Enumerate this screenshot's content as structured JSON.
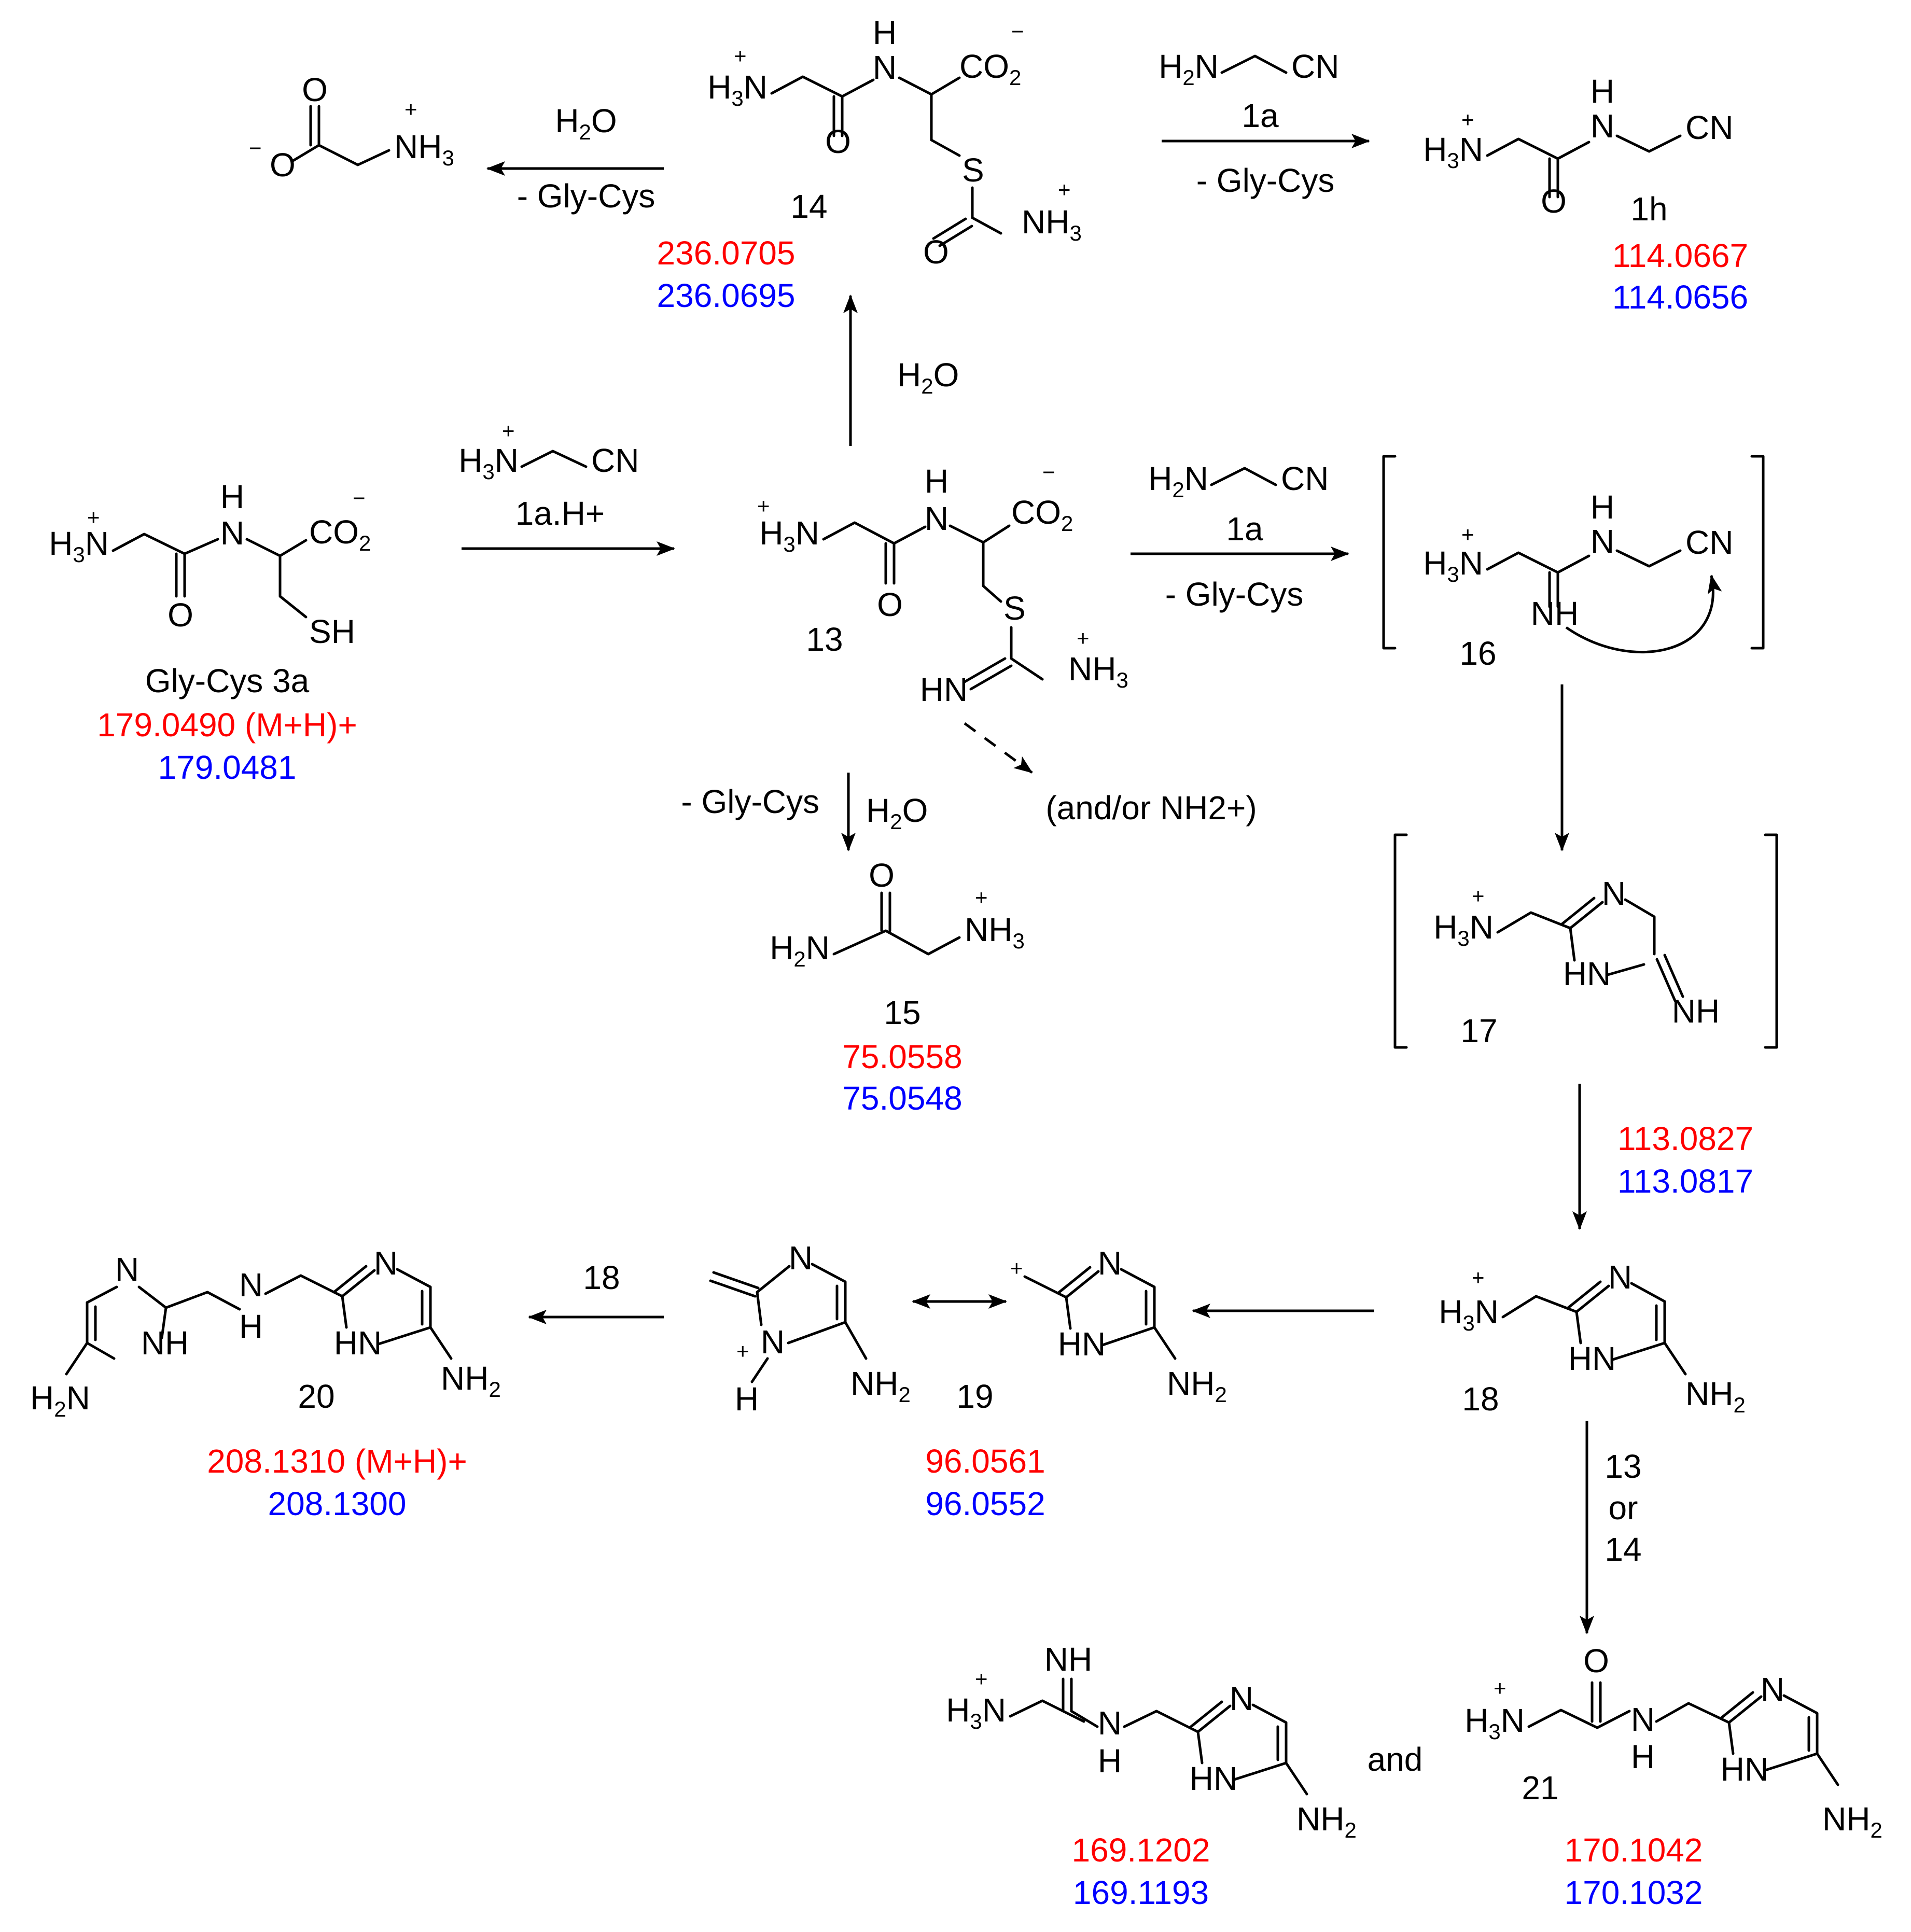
{
  "colors": {
    "exp_mass": "#ff0000",
    "calc_mass": "#0000ff"
  },
  "compounds": {
    "c3a": {
      "label": "Gly-Cys 3a",
      "mz_exp": "179.0490 (M+H)+",
      "mz_calc": "179.0481"
    },
    "c13": {
      "label": "13"
    },
    "c14": {
      "label": "14",
      "mz_exp": "236.0705",
      "mz_calc": "236.0695"
    },
    "c1h": {
      "label": "1h",
      "mz_exp": "114.0667",
      "mz_calc": "114.0656"
    },
    "c15": {
      "label": "15",
      "mz_exp": "75.0558",
      "mz_calc": "75.0548"
    },
    "c16": {
      "label": "16"
    },
    "c17": {
      "label": "17",
      "mz_exp": "113.0827",
      "mz_calc": "113.0817"
    },
    "c18": {
      "label": "18"
    },
    "c19": {
      "label": "19",
      "mz_exp": "96.0561",
      "mz_calc": "96.0552"
    },
    "c20": {
      "label": "20",
      "mz_exp": "208.1310 (M+H)+",
      "mz_calc": "208.1300"
    },
    "amidine": {
      "mz_exp": "169.1202",
      "mz_calc": "169.1193"
    },
    "c21": {
      "label": "21",
      "mz_exp": "170.1042",
      "mz_calc": "170.1032"
    }
  },
  "reagents": {
    "r1": {
      "label": "1a.H+"
    },
    "r2": {
      "top": "H2O",
      "bottom": "- Gly-Cys"
    },
    "r3": {
      "label": "1a",
      "bottom": "- Gly-Cys"
    },
    "r4": {
      "label": "1a",
      "bottom": "- Gly-Cys"
    },
    "r5": {
      "label": "H2O"
    },
    "r6": {
      "left": "- Gly-Cys",
      "right": "H2O"
    },
    "r7": {
      "label": "(and/or NH2+)"
    },
    "r8": {
      "label": "18"
    },
    "r9": {
      "line1": "13",
      "line2": "or",
      "line3": "14"
    },
    "and": "and"
  }
}
